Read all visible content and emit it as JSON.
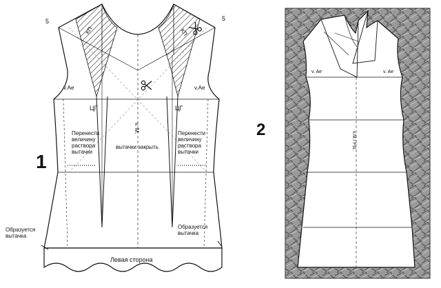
{
  "figure1": {
    "number": "1",
    "seam_allowance_left": "5",
    "seam_allowance_right": "5",
    "armhole_left": "v.Ae",
    "armhole_right": "v.Ae",
    "bust_left": "ЦГ",
    "bust_right": "ЦГ",
    "shoulder_left": "КП",
    "shoulder_right": "КП",
    "center_line": "v. M.",
    "center_note": "вытачки закрыть",
    "transfer_left": [
      "Перенести",
      "величину",
      "раствора",
      "вытачки"
    ],
    "transfer_right": [
      "Перенести",
      "величину",
      "раствора",
      "вытачки"
    ],
    "dart_forms_left": [
      "Образуется",
      "вытачка"
    ],
    "dart_forms_right": [
      "Образуется",
      "вытачка"
    ],
    "hem_label": "Левая сторона"
  },
  "figure2": {
    "number": "2",
    "armhole_left": "v. Ae",
    "armhole_right": "v. Ae",
    "center_line": "v.M./ Fst."
  },
  "colors": {
    "line": "#111111",
    "hatch": "#333333",
    "background_texture": "#8a8a8a"
  },
  "icons": [
    "scissors-icon",
    "scissors-icon",
    "scissors-icon"
  ]
}
